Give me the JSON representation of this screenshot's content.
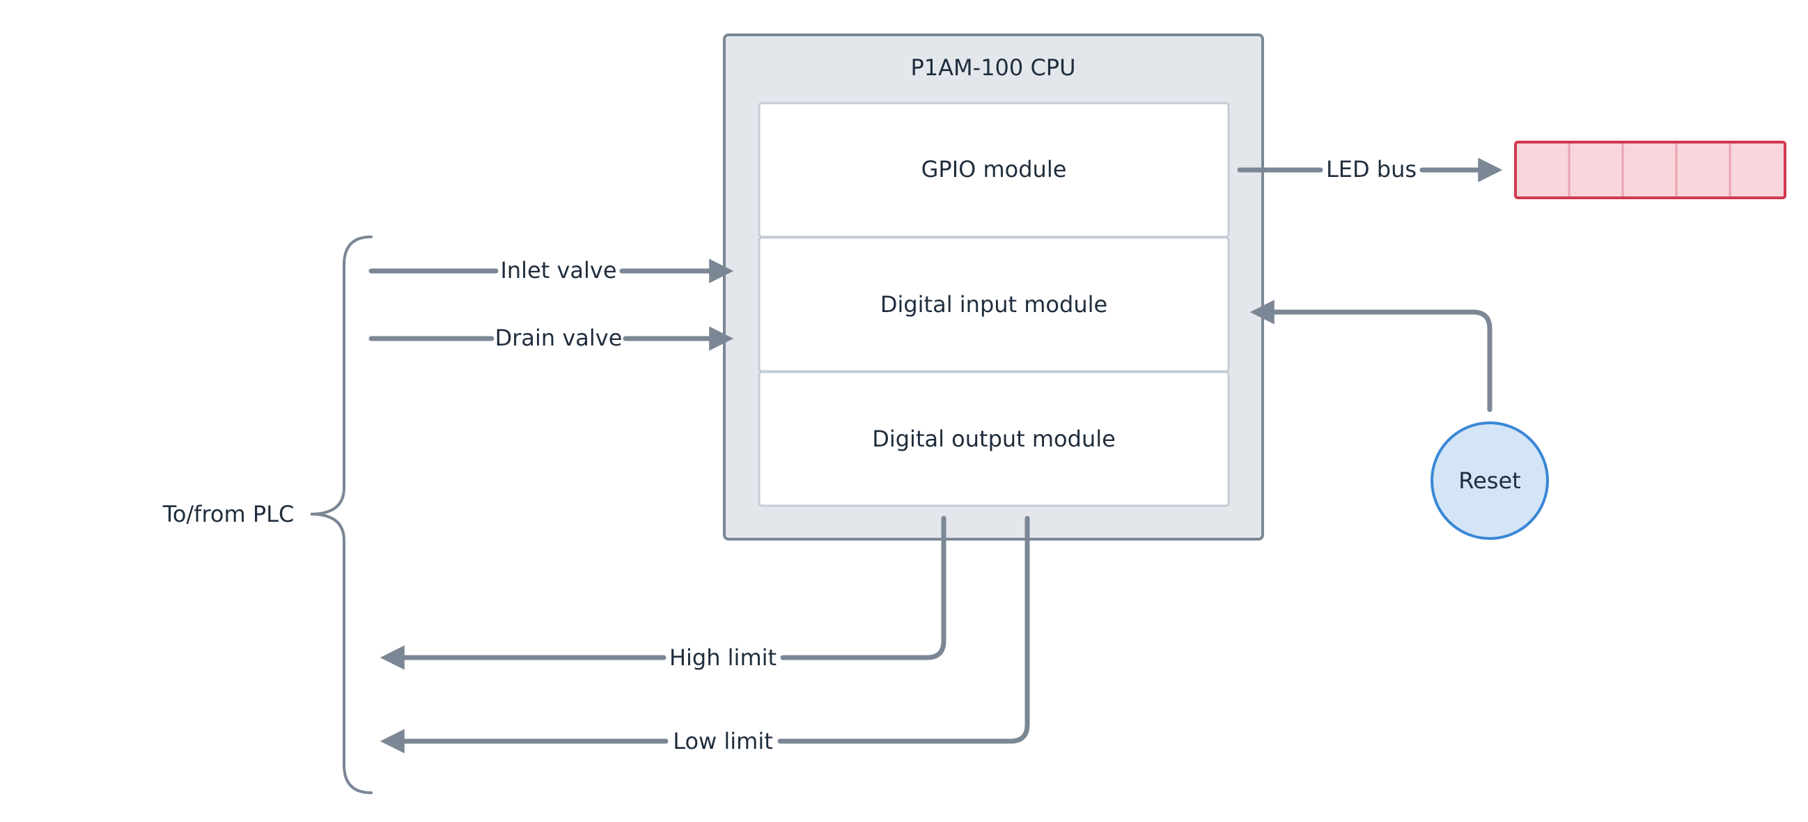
{
  "cpu": {
    "title": "P1AM-100 CPU",
    "modules": {
      "gpio": "GPIO module",
      "digital_input": "Digital input module",
      "digital_output": "Digital output module"
    }
  },
  "connections": {
    "led_bus": "LED bus",
    "inlet_valve": "Inlet valve",
    "drain_valve": "Drain valve",
    "high_limit": "High limit",
    "low_limit": "Low limit"
  },
  "reset_button": "Reset",
  "plc_group": "To/from PLC",
  "colors": {
    "wire": "#7b8794",
    "cpu_fill": "#e3e7eb",
    "cpu_border": "#7b8794",
    "module_fill": "#ffffff",
    "module_border": "#c3ccd6",
    "led_fill": "#f7d6dc",
    "led_border": "#d0394f",
    "reset_fill": "#d3e5f6",
    "reset_border": "#3a87d6",
    "text": "#1f2d3d"
  }
}
